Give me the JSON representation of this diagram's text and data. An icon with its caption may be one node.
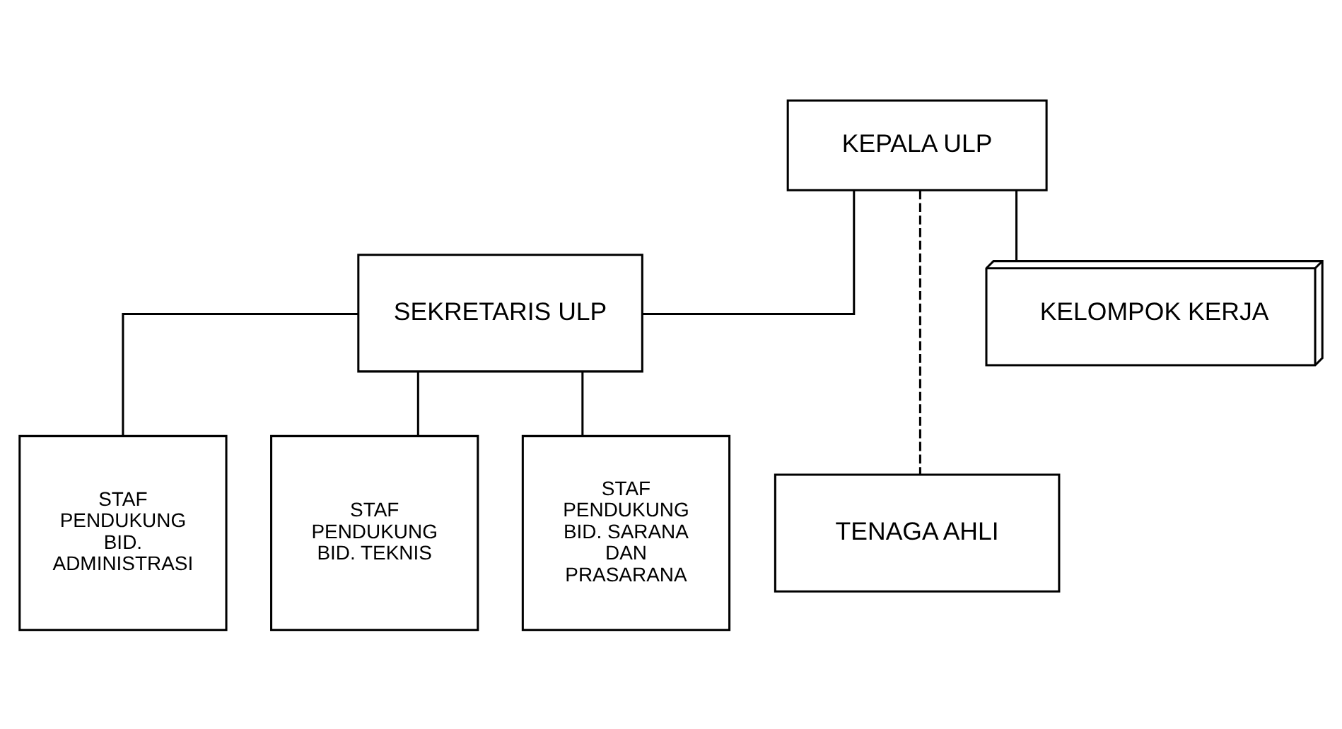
{
  "diagram": {
    "nodes": [
      {
        "text": [
          "KEPALA ULP"
        ]
      },
      {
        "text": [
          "SEKRETARIS ULP"
        ]
      },
      {
        "text": [
          "TENAGA AHLI"
        ]
      },
      {
        "text": [
          "STAF PENDUKUNG BID. ADMINISTRASI"
        ]
      },
      {
        "text": [
          "STAF PENDUKUNG BID. TEKNIS"
        ]
      },
      {
        "text": [
          "STAF PENDUKUNG BID. SARANA DAN PRASARANA"
        ]
      },
      {
        "text": [
          "KELOMPOK KERJA"
        ]
      }
    ],
    "edges": [
      {
        "from": 0,
        "to": 2,
        "arrow": "none",
        "style": "dashed"
      },
      {
        "from": 0,
        "to": 1,
        "arrow": "none"
      },
      {
        "from": 1,
        "to": 3,
        "arrow": "none"
      },
      {
        "from": 1,
        "to": 4,
        "arrow": "none"
      },
      {
        "from": 1,
        "to": 5,
        "arrow": "none"
      },
      {
        "from": 0,
        "to": 6,
        "arrow": "none"
      }
    ]
  }
}
